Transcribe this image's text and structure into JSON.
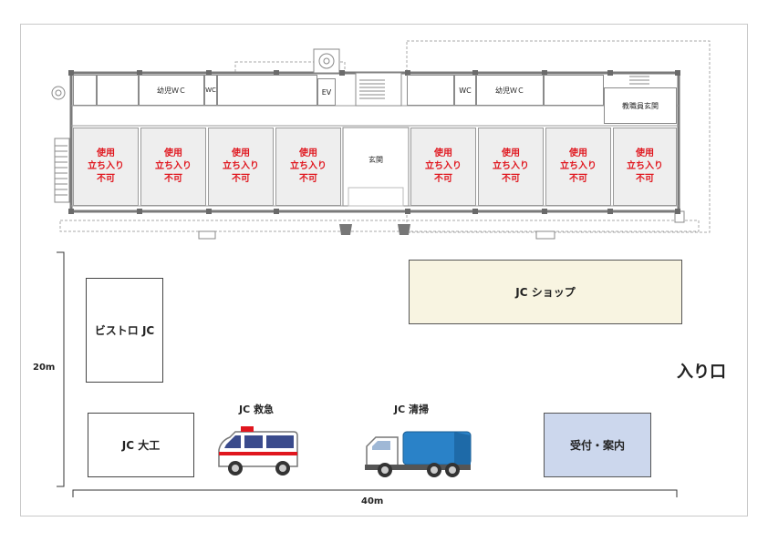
{
  "building": {
    "top_rooms": [
      "幼児ＷＣ",
      "WC",
      "EV",
      "WC",
      "幼児ＷＣ",
      "教職員玄関"
    ],
    "entrance_label": "玄関",
    "classroom_label": "使用\n立ち入り\n不可",
    "classroom_count": 8
  },
  "yard": {
    "jc_shop": "JC ショップ",
    "bistro": "ビストロ JC",
    "carpenter": "JC 大工",
    "reception": "受付・案内",
    "ambulance_label": "JC 救急",
    "garbage_label": "JC 清掃",
    "entrance_label": "入り口"
  },
  "dimensions": {
    "height_label": "20m",
    "width_label": "40m"
  },
  "colors": {
    "shop_fill": "#f8f4e1",
    "reception_fill": "#ccd7ed",
    "restricted_text": "#e0161e",
    "classroom_fill": "#eeeeee"
  }
}
